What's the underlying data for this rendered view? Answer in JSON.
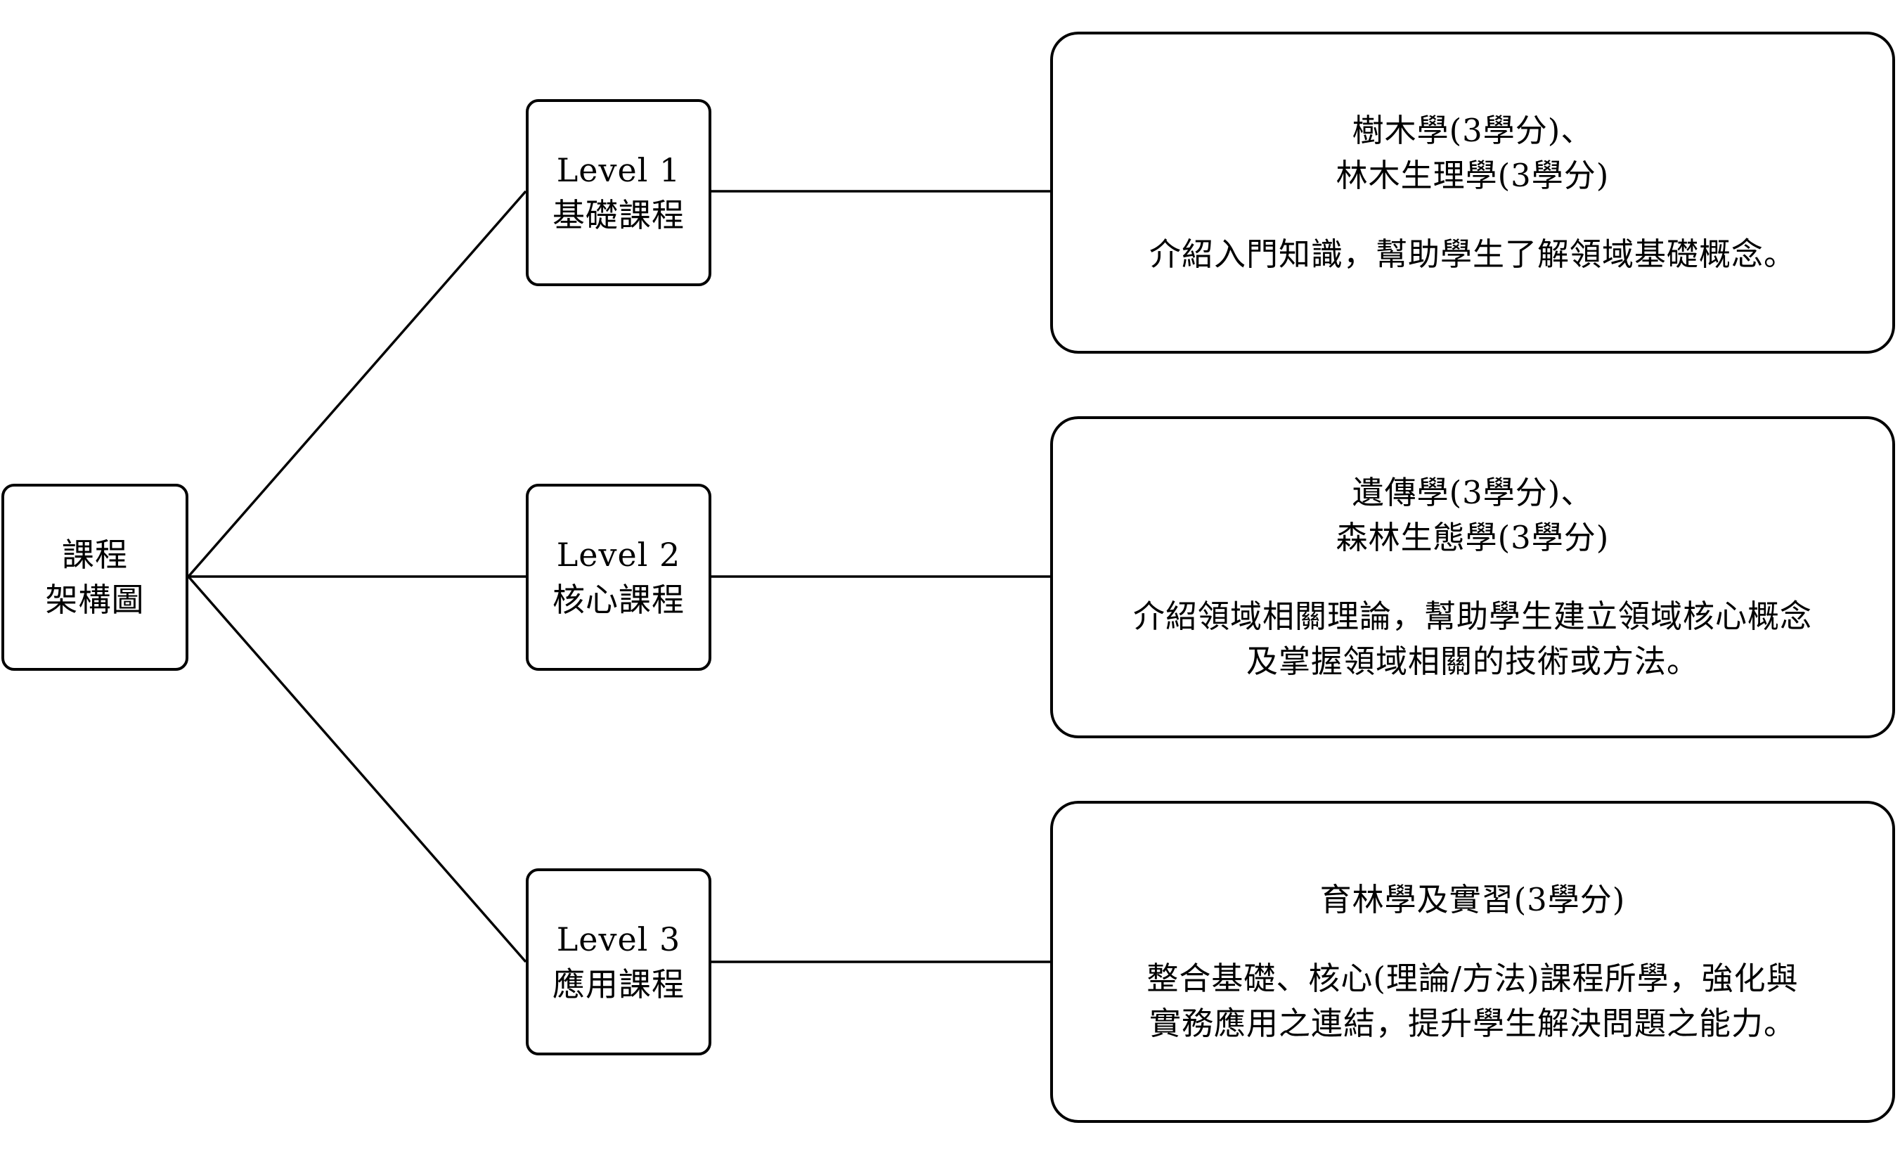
{
  "root": {
    "lines": [
      "課程",
      "架構圖"
    ]
  },
  "levels": [
    {
      "title": "Level 1",
      "subtitle": "基礎課程",
      "courses": [
        "樹木學(3學分)、",
        "林木生理學(3學分)"
      ],
      "description": [
        "介紹入門知識，幫助學生了解領域基礎概念。"
      ]
    },
    {
      "title": "Level 2",
      "subtitle": "核心課程",
      "courses": [
        "遺傳學(3學分)、",
        "森林生態學(3學分)"
      ],
      "description": [
        "介紹領域相關理論，幫助學生建立領域核心概念",
        "及掌握領域相關的技術或方法。"
      ]
    },
    {
      "title": "Level 3",
      "subtitle": "應用課程",
      "courses": [
        "育林學及實習(3學分)"
      ],
      "description": [
        "整合基礎、核心(理論/方法)課程所學，強化與",
        "實務應用之連結，提升學生解決問題之能力。"
      ]
    }
  ],
  "colors": {
    "stroke": "#000000",
    "background": "#ffffff"
  }
}
